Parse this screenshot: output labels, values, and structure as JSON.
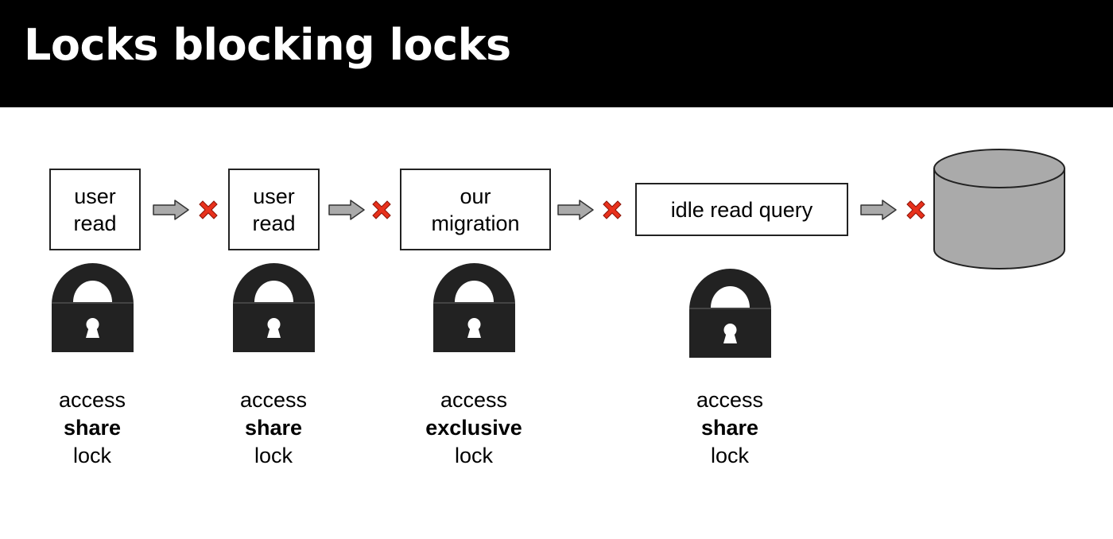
{
  "title": "Locks blocking locks",
  "colors": {
    "header_bg": "#000000",
    "lock": "#222222",
    "arrow_fill": "#aaaaaa",
    "block_x": "#e8311c",
    "database": "#aaaaaa"
  },
  "icons": {
    "arrow": "right-arrow-icon",
    "block": "red-x-icon",
    "lock": "padlock-icon",
    "database": "database-cylinder-icon"
  },
  "nodes": [
    {
      "lines": [
        "user",
        "read"
      ]
    },
    {
      "lines": [
        "user",
        "read"
      ]
    },
    {
      "lines": [
        "our",
        "migration"
      ]
    },
    {
      "lines": [
        "idle read query"
      ]
    }
  ],
  "locks": [
    {
      "line1": "access",
      "mode": "share",
      "line3": "lock"
    },
    {
      "line1": "access",
      "mode": "share",
      "line3": "lock"
    },
    {
      "line1": "access",
      "mode": "exclusive",
      "line3": "lock"
    },
    {
      "line1": "access",
      "mode": "share",
      "line3": "lock"
    }
  ]
}
